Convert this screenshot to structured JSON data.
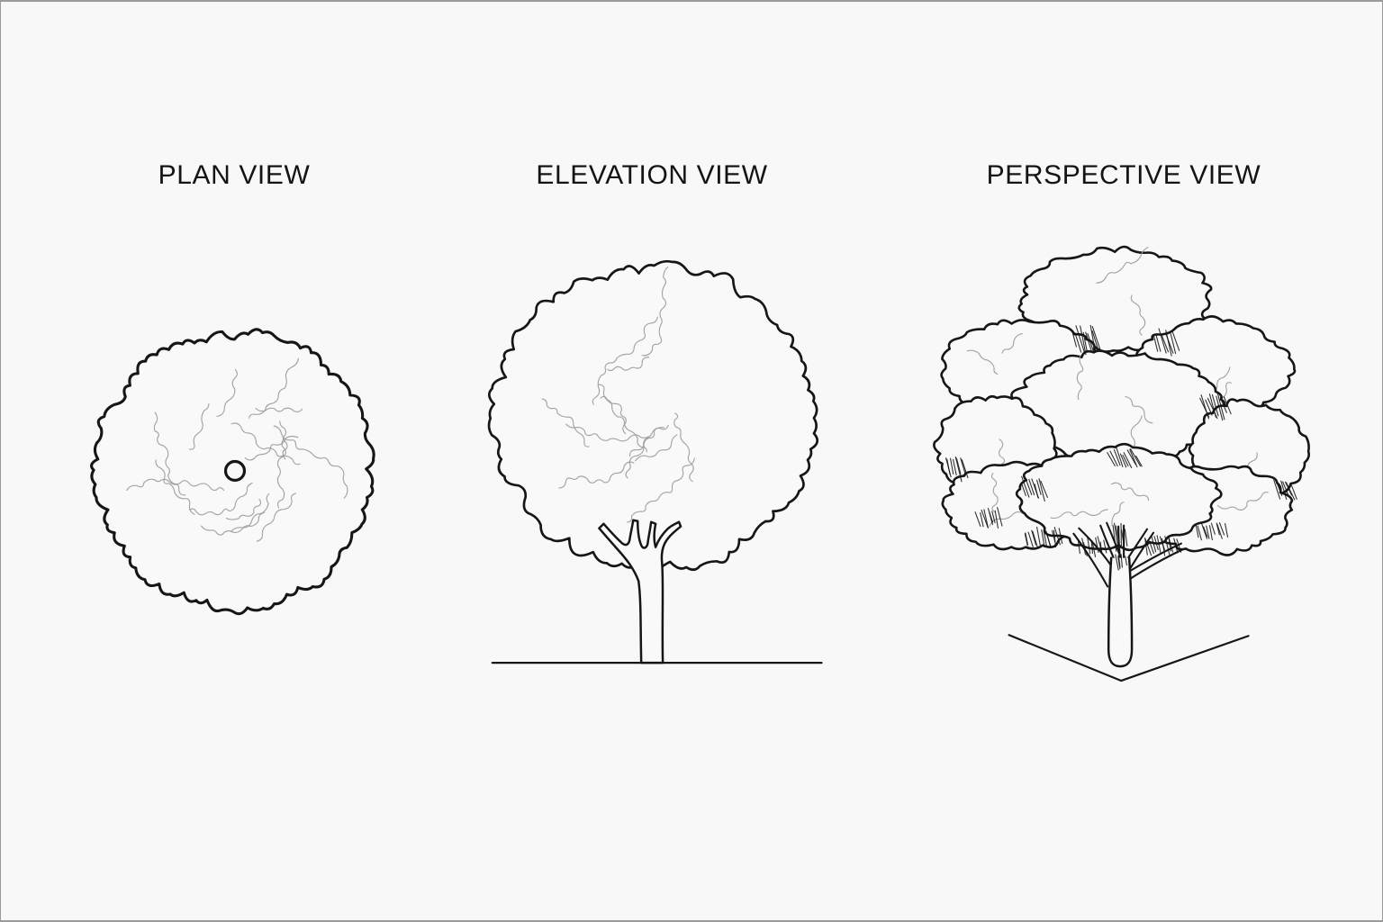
{
  "page": {
    "background": "#f8f8f8",
    "border_color": "#9a9a9a"
  },
  "colors": {
    "ink": "#161616",
    "faint_line": "#9a9a9a",
    "shape_fill": "#f9f9f9"
  },
  "views": [
    {
      "id": "plan",
      "label": "PLAN VIEW"
    },
    {
      "id": "elevation",
      "label": "ELEVATION VIEW"
    },
    {
      "id": "perspective",
      "label": "PERSPECTIVE VIEW"
    }
  ]
}
